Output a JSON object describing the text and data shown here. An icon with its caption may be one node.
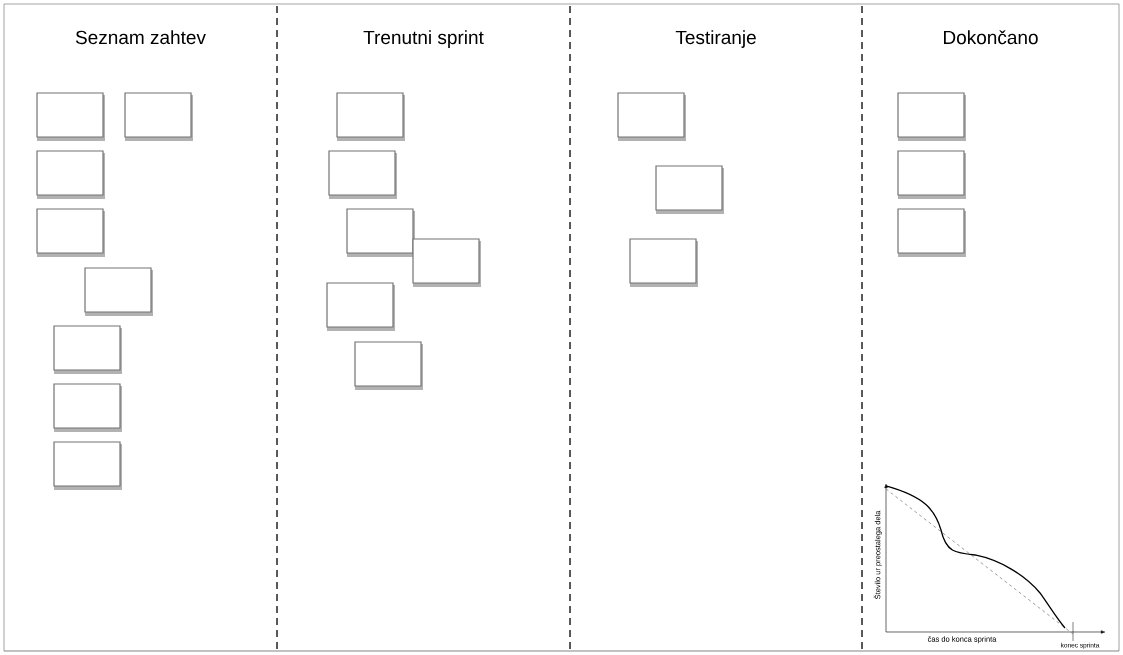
{
  "diagram": {
    "nodes": [
      {
        "text": [],
        "shape": "box"
      },
      {
        "text": [],
        "shape": "box"
      },
      {
        "text": [],
        "shape": "box"
      },
      {
        "text": [],
        "shape": "box"
      },
      {
        "text": [],
        "shape": "box"
      },
      {
        "text": [],
        "shape": "box"
      },
      {
        "text": [],
        "shape": "box"
      },
      {
        "text": [],
        "shape": "box"
      },
      {
        "text": [],
        "shape": "box"
      },
      {
        "text": [],
        "shape": "box"
      },
      {
        "text": [],
        "shape": "box"
      },
      {
        "text": [],
        "shape": "box"
      },
      {
        "text": [],
        "shape": "box"
      },
      {
        "text": [],
        "shape": "box"
      },
      {
        "text": [],
        "shape": "box"
      },
      {
        "text": [],
        "shape": "box"
      },
      {
        "text": [],
        "shape": "box"
      },
      {
        "text": [],
        "shape": "box"
      },
      {
        "text": [],
        "shape": "box"
      },
      {
        "text": [],
        "shape": "box"
      }
    ],
    "labels": [
      "Seznam zahtev",
      "Trenutni sprint",
      "Testiranje",
      "Dokončano",
      "Število ur preostalega dela",
      "čas do konca sprinta",
      "konec sprinta"
    ]
  }
}
